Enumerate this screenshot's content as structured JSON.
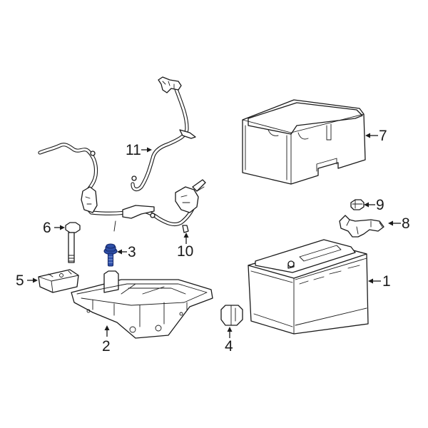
{
  "diagram": {
    "subject": "Battery and tray assembly exploded parts diagram",
    "highlight_color": "#2e4fa8",
    "line_color": "#1a1a1a",
    "background": "#ffffff",
    "highlighted_part": "3",
    "callouts": [
      {
        "id": "1",
        "label": "1",
        "part": "battery"
      },
      {
        "id": "2",
        "label": "2",
        "part": "battery-tray"
      },
      {
        "id": "3",
        "label": "3",
        "part": "tray-bolt",
        "highlighted": true
      },
      {
        "id": "4",
        "label": "4",
        "part": "retainer-clip"
      },
      {
        "id": "5",
        "label": "5",
        "part": "hold-down-block"
      },
      {
        "id": "6",
        "label": "6",
        "part": "long-bolt"
      },
      {
        "id": "7",
        "label": "7",
        "part": "battery-cover"
      },
      {
        "id": "8",
        "label": "8",
        "part": "hold-down-clamp"
      },
      {
        "id": "9",
        "label": "9",
        "part": "nut"
      },
      {
        "id": "10",
        "label": "10",
        "part": "positive-cable"
      },
      {
        "id": "11",
        "label": "11",
        "part": "negative-cable"
      }
    ]
  }
}
